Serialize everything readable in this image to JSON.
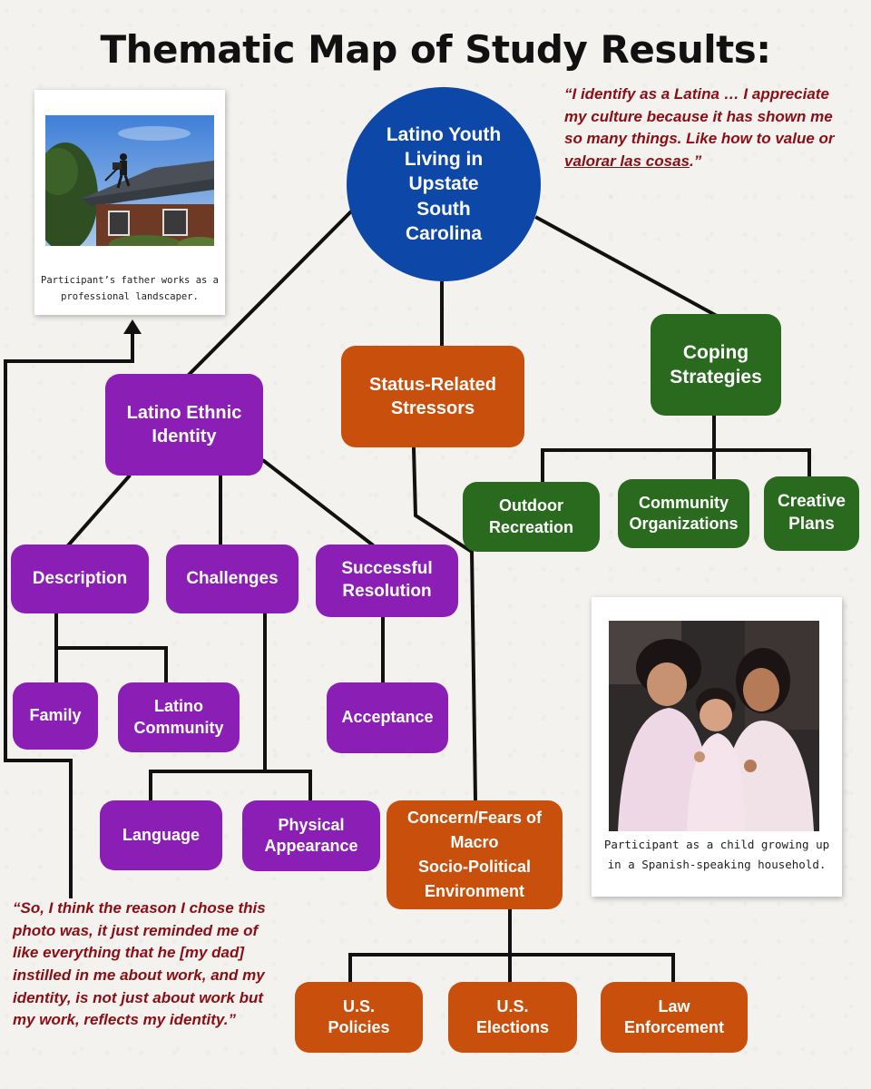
{
  "title": "Thematic Map of Study Results:",
  "colors": {
    "central": "#0d47a8",
    "identity": "#8b1fb5",
    "stressors": "#c94f0c",
    "coping": "#2a6a1e",
    "quote_text": "#8a0e14"
  },
  "nodes": {
    "central": "Latino Youth\nLiving in\nUpstate\nSouth\nCarolina",
    "identity": "Latino Ethnic\nIdentity",
    "stressors": "Status-Related\nStressors",
    "coping": "Coping\nStrategies",
    "outdoor": "Outdoor\nRecreation",
    "community_orgs": "Community\nOrganizations",
    "creative": "Creative\nPlans",
    "description": "Description",
    "challenges": "Challenges",
    "resolution": "Successful\nResolution",
    "family": "Family",
    "latino_community": "Latino\nCommunity",
    "acceptance": "Acceptance",
    "language": "Language",
    "physical": "Physical\nAppearance",
    "concerns": "Concern/Fears of\nMacro\nSocio-Political\nEnvironment",
    "policies": "U.S.\nPolicies",
    "elections": "U.S.\nElections",
    "law": "Law\nEnforcement"
  },
  "quotes": {
    "top_pre": "“I identify as a Latina … I appreciate my culture because it has shown me so many things. Like how to value or ",
    "top_underlined": "valorar las cosas",
    "top_post": ".”",
    "bottom": "“So, I think the reason I chose this photo was, it just reminded me of like everything that he [my dad] instilled in me about work, and my identity, is not just about work but my work, reflects my identity.”"
  },
  "photos": {
    "father_caption": "Participant’s father works as a\nprofessional landscaper.",
    "child_caption": "Participant as a child growing up\nin a Spanish-speaking household."
  }
}
